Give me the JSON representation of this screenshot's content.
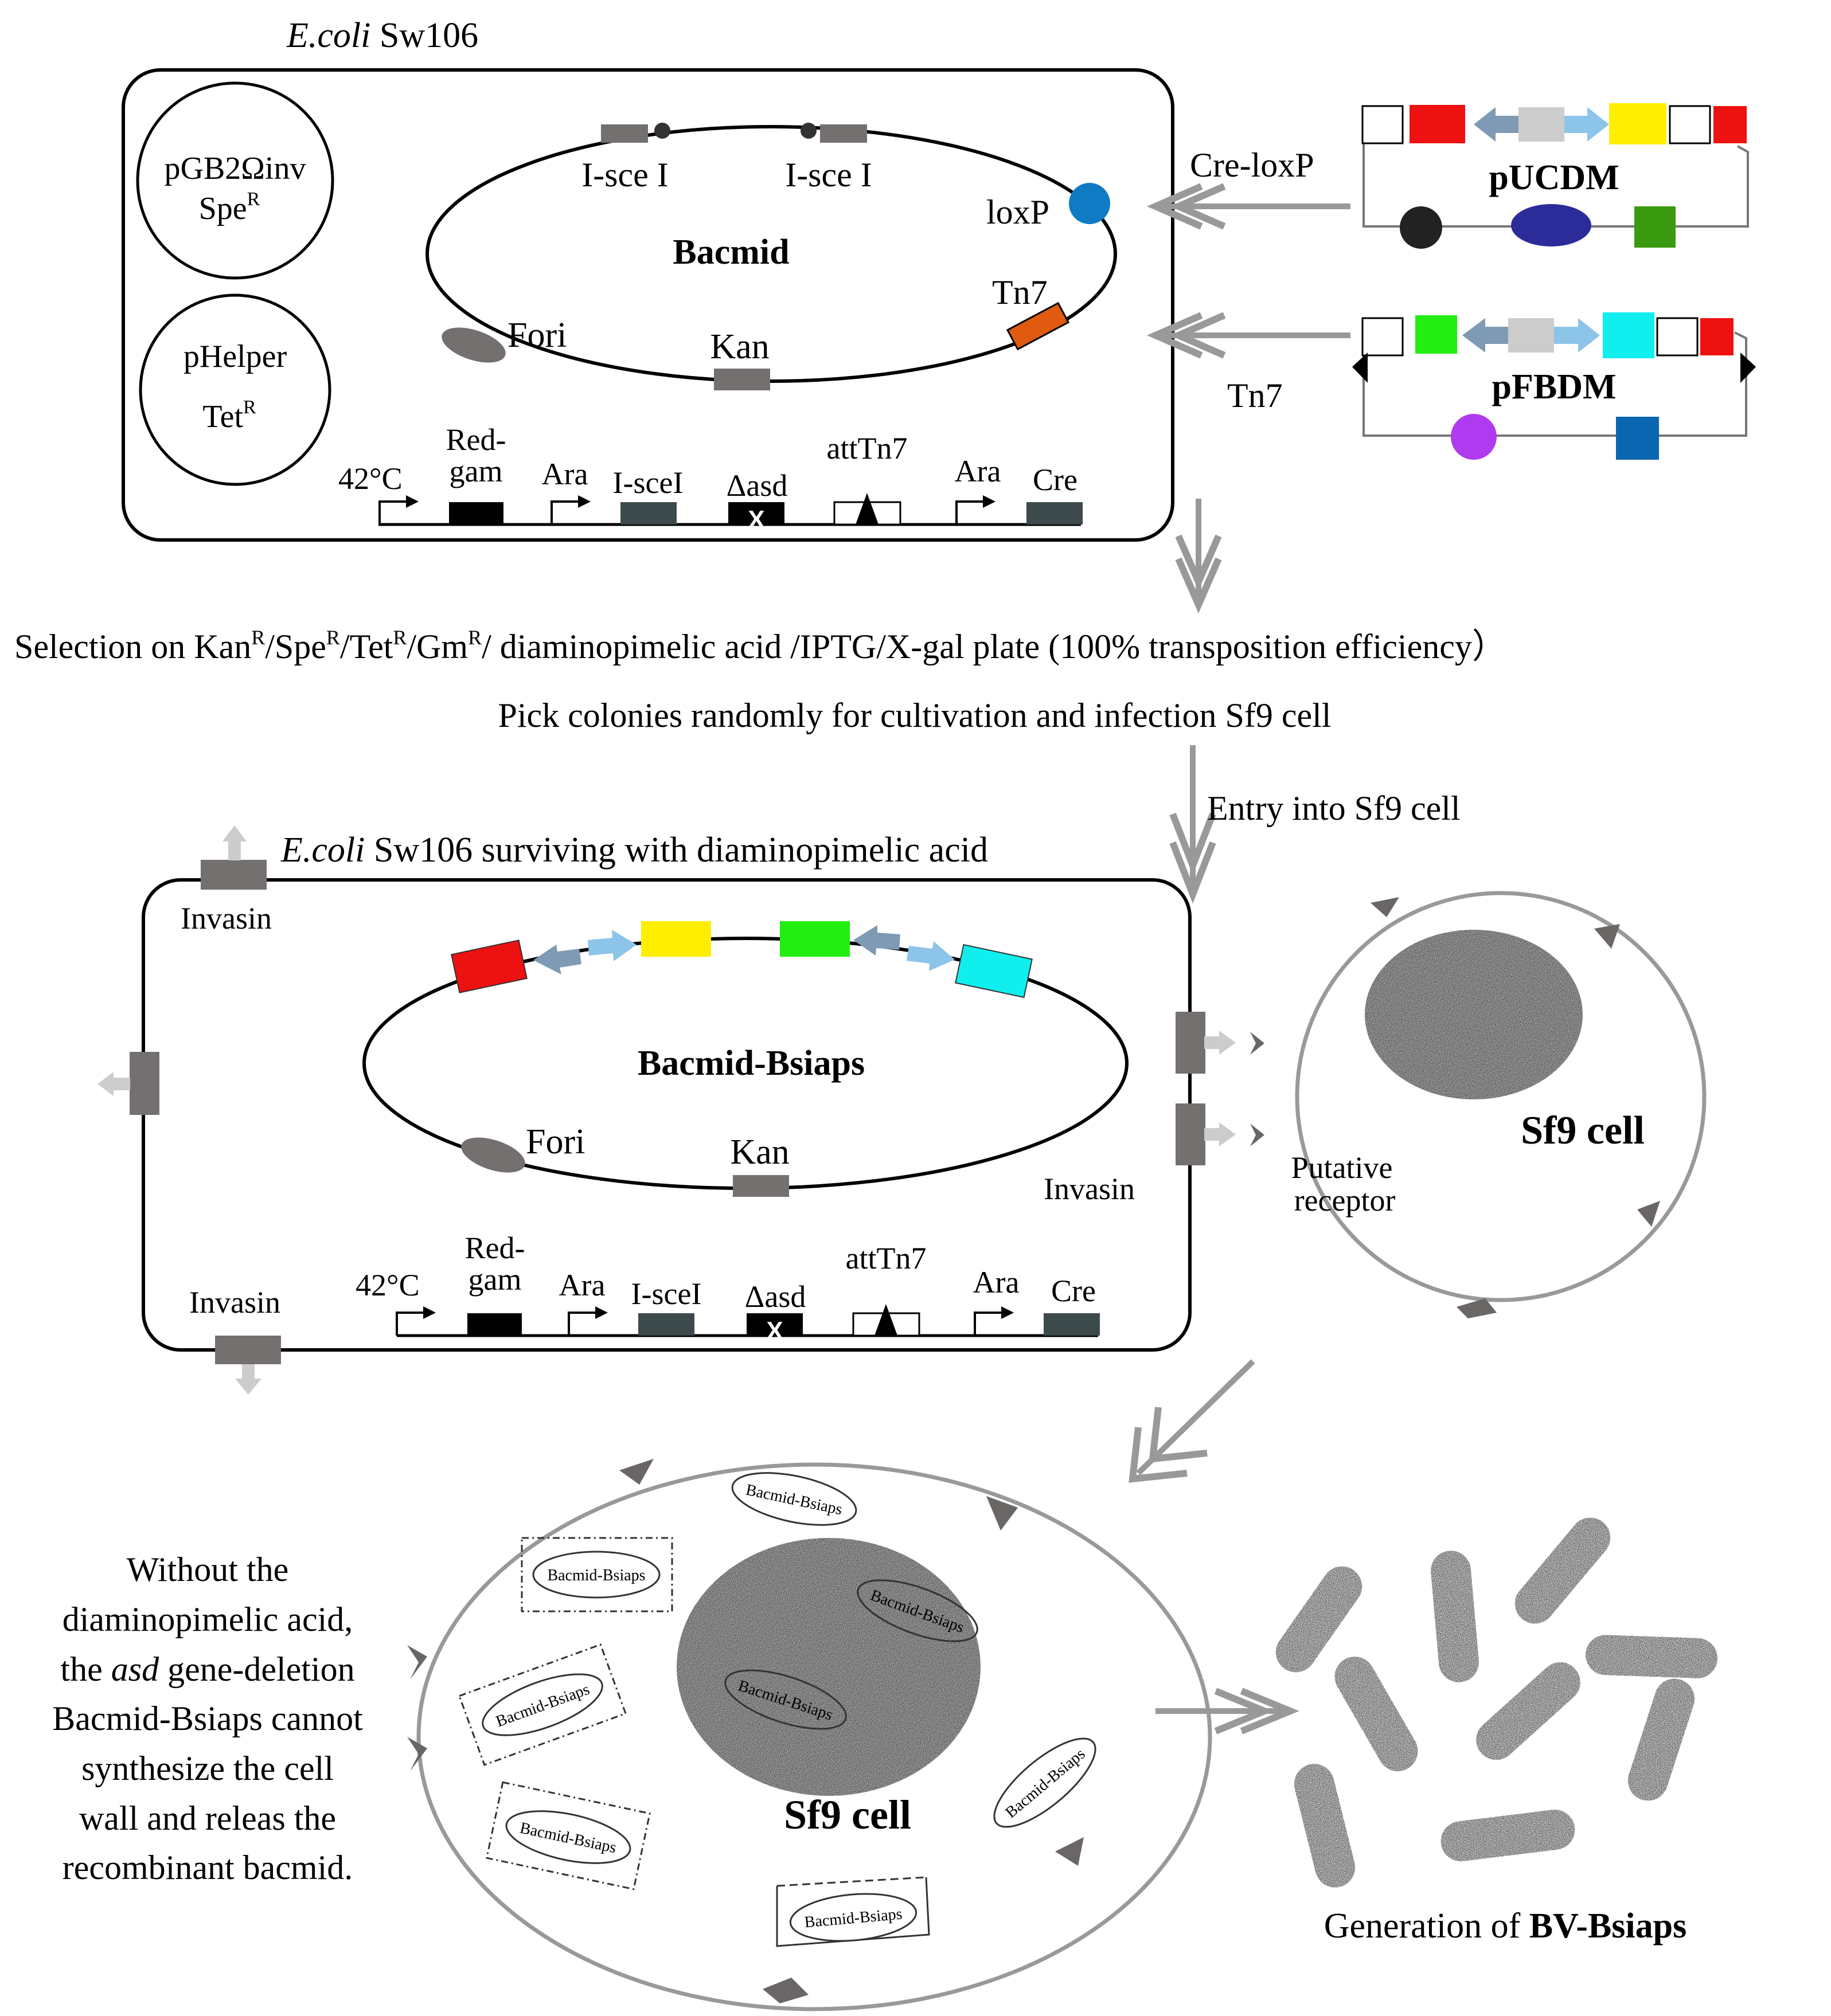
{
  "colors": {
    "red": "#ee1111",
    "yellow": "#ffee00",
    "green": "#22ee11",
    "cyan": "#11eeee",
    "steel_blue": "#7f9ab4",
    "light_blue": "#8cc4ea",
    "silver": "#cccccc",
    "gray": "#747070",
    "orange": "#e05a10",
    "loxp_blue": "#0e7bc4",
    "navy": "#2b2c9a",
    "dark_green": "#3a9a10",
    "purple": "#b03af0",
    "square_blue": "#0a66b0",
    "black_dot": "#222222"
  },
  "top_panel": {
    "organism_italic": "E.coli",
    "organism_rest": " Sw106",
    "plasmid_1_line1": "pGB2Ωinv",
    "plasmid_1_line2": "Spe",
    "plasmid_1_sup": "R",
    "plasmid_2_line1": "pHelper",
    "plasmid_2_line2": "Tet",
    "plasmid_2_sup": "R",
    "bacmid_label": "Bacmid",
    "isce_left": "I-sce I",
    "isce_right": "I-sce I",
    "loxp": "loxP",
    "tn7": "Tn7",
    "fori": "Fori",
    "kan": "Kan"
  },
  "genome_bar": {
    "temp": "42°C",
    "red_line1": "Red-",
    "red_line2": "gam",
    "ara1": "Ara",
    "iscel": "I-sceI",
    "asd": "Δasd",
    "x_mark": "X",
    "atttn7": "attTn7",
    "ara2": "Ara",
    "cre": "Cre"
  },
  "donors": {
    "pucdm_name": "pUCDM",
    "pucdm_arrow": "Cre-loxP",
    "pfbdm_name": "pFBDM",
    "pfbdm_arrow": "Tn7"
  },
  "selection": {
    "line_prefix": "Selection on Kan",
    "s1": "R",
    "t1": "/Spe",
    "s2": "R",
    "t2": "/Tet",
    "s3": "R",
    "t3": "/Gm",
    "s4": "R",
    "t4": "/ diaminopimelic acid /IPTG/X-gal plate (100% transposition efficiency）",
    "line2": "Pick colonies randomly for cultivation and infection Sf9 cell",
    "entry": "Entry into Sf9 cell"
  },
  "middle_panel": {
    "organism_italic": "E.coli",
    "organism_rest": " Sw106 surviving with diaminopimelic acid",
    "invasin_top": "Invasin",
    "invasin_right": "Invasin",
    "invasin_bottom": "Invasin",
    "bacmid_label": "Bacmid-Bsiaps",
    "fori": "Fori",
    "kan": "Kan"
  },
  "sf9_upper": {
    "label": "Sf9 cell",
    "receptor_line1": "Putative",
    "receptor_line2": "receptor"
  },
  "bottom_text": {
    "line1": "Without the",
    "line2": "diaminopimelic acid,",
    "line3_pre": "the ",
    "line3_ital": "asd",
    "line3_post": " gene-deletion",
    "line4": "Bacmid-Bsiaps cannot",
    "line5": "synthesize the cell",
    "line6": "wall and releas the",
    "line7": "recombinant bacmid."
  },
  "sf9_lower": {
    "label": "Sf9 cell",
    "bacmid_tags": [
      "Bacmid-Bsiaps",
      "Bacmid-Bsiaps",
      "Bacmid-Bsiaps",
      "Bacmid-Bsiaps",
      "Bacmid-Bsiaps",
      "Bacmid-Bsiaps",
      "Bacmid-Bsiaps",
      "Bacmid-Bsiaps"
    ]
  },
  "generation": {
    "prefix": "Generation of ",
    "bold": "BV-Bsiaps"
  }
}
